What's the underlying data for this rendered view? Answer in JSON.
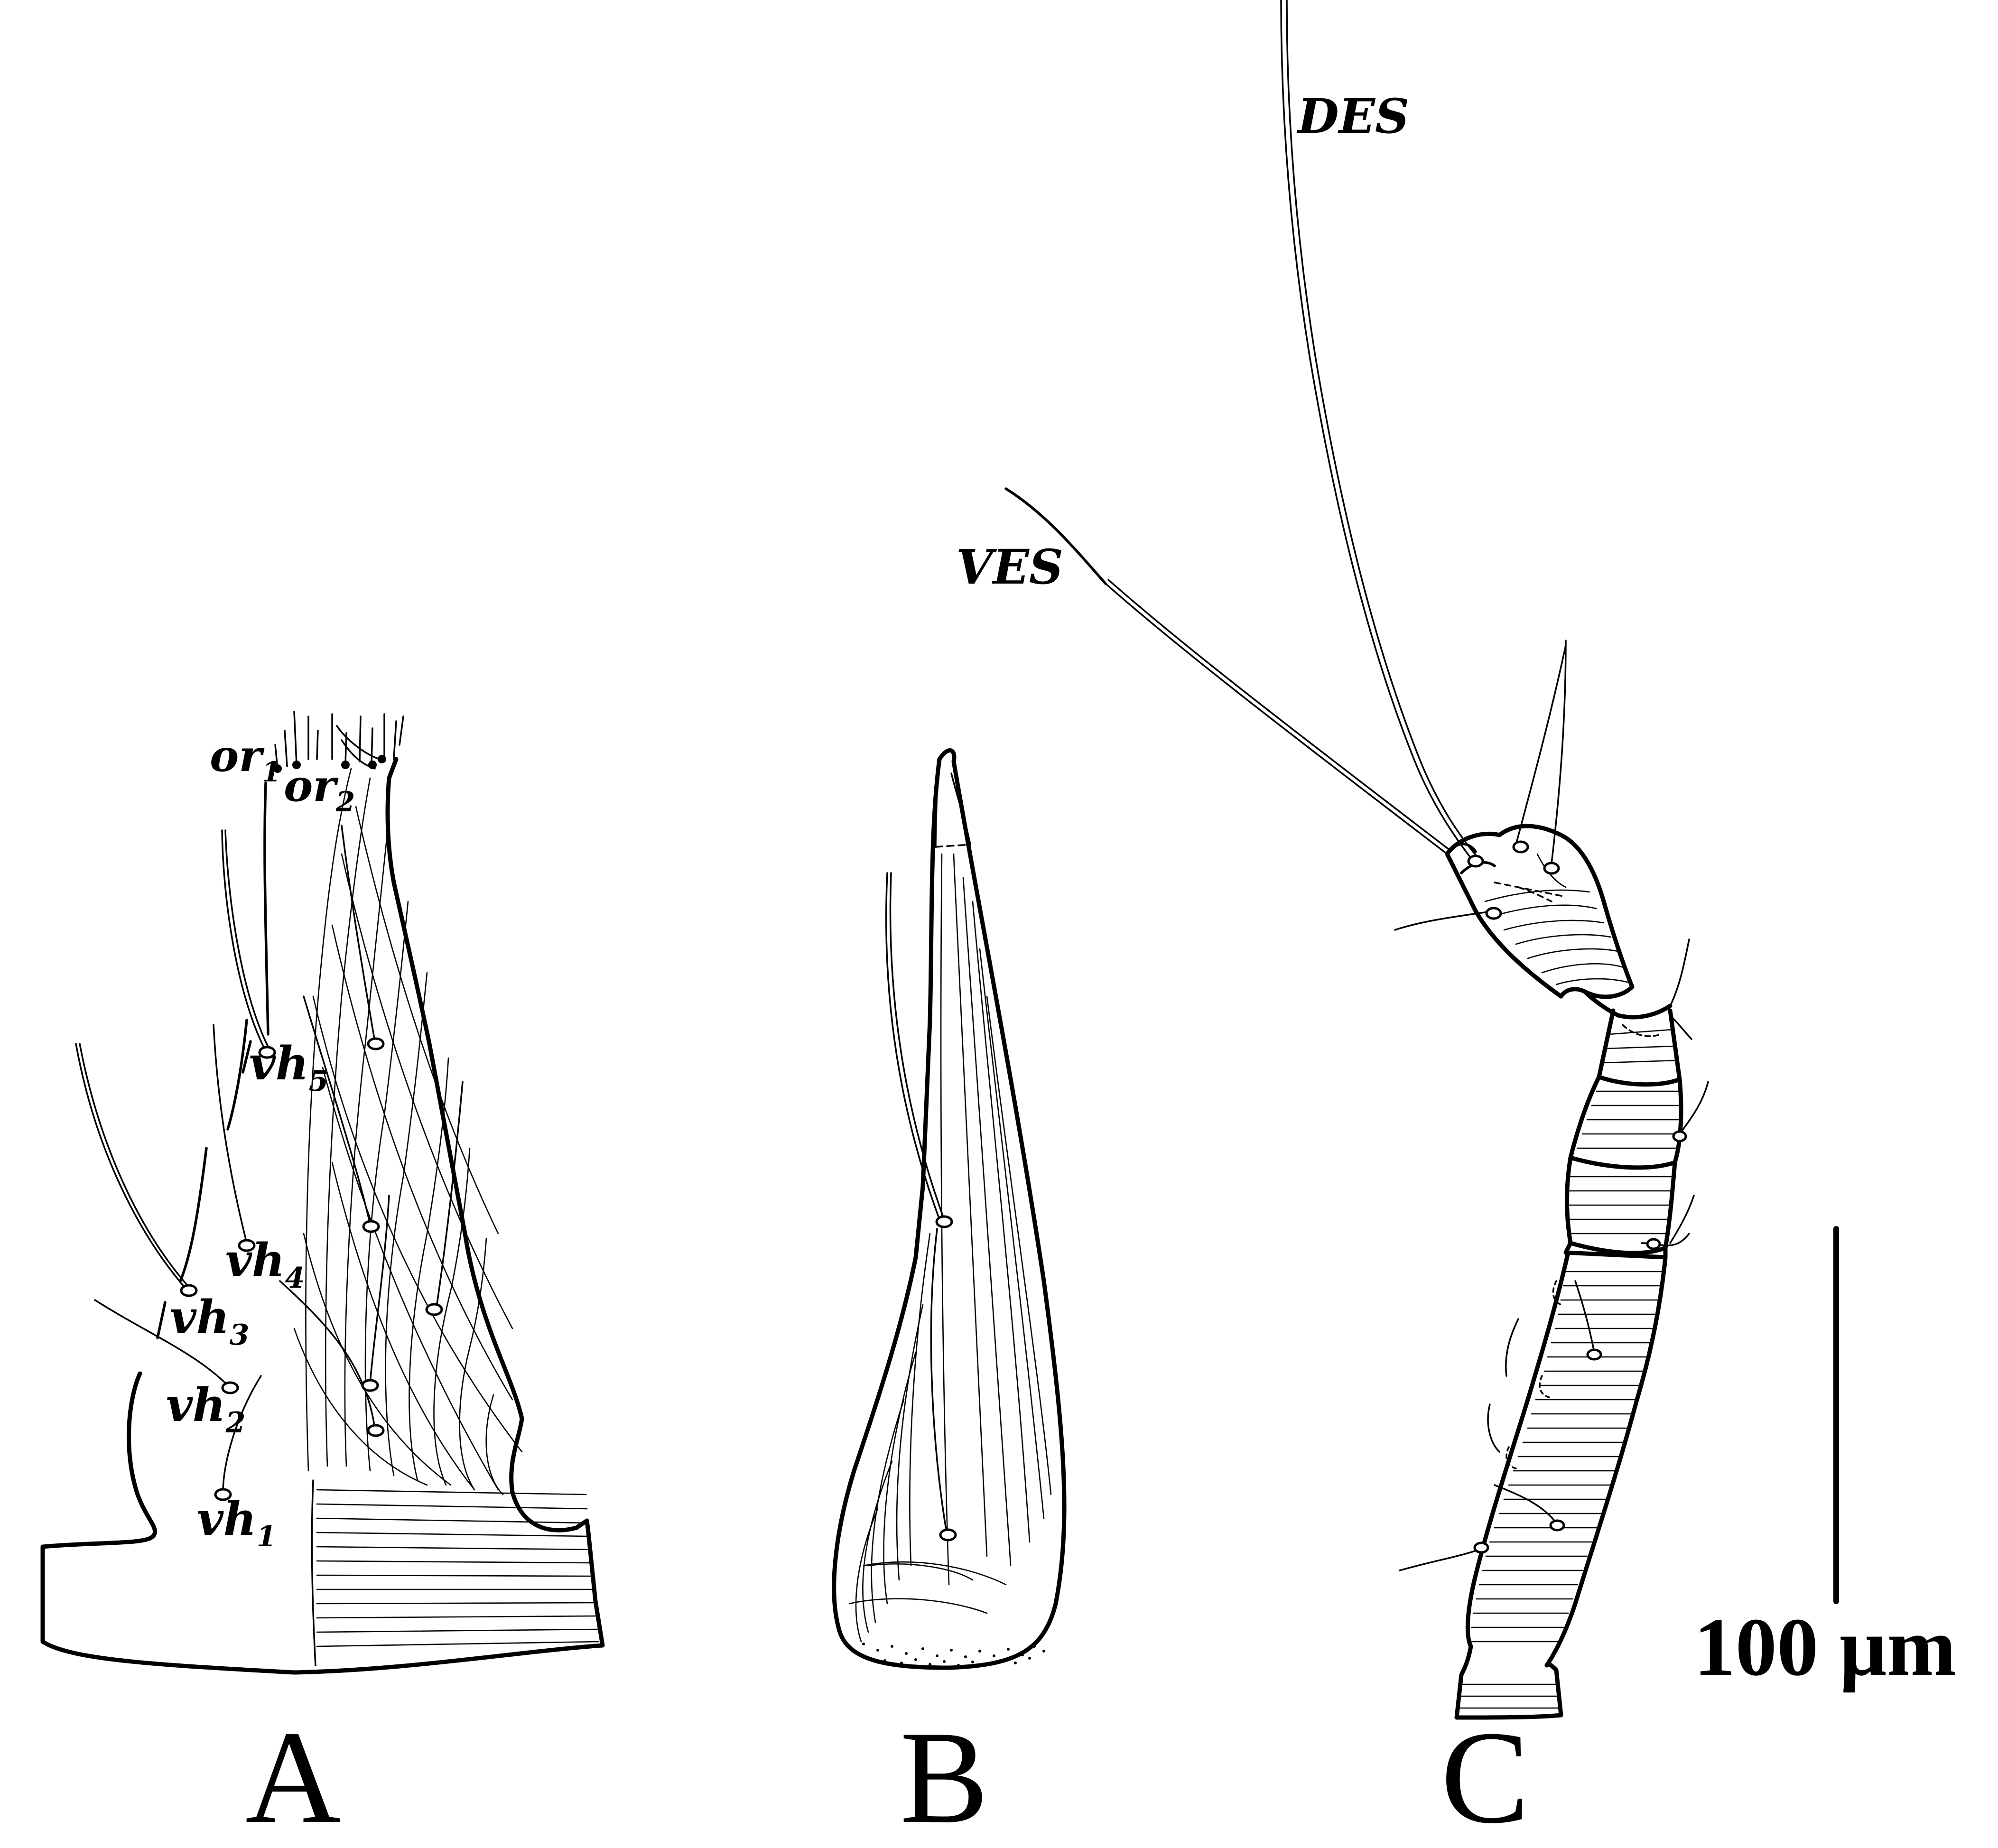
{
  "figure": {
    "panels": [
      {
        "letter": "A"
      },
      {
        "letter": "B"
      },
      {
        "letter": "C"
      }
    ],
    "setae_labels": {
      "or1": {
        "base": "or",
        "sub": "1"
      },
      "or2": {
        "base": "or",
        "sub": "2"
      },
      "vh1": {
        "base": "vh",
        "sub": "1"
      },
      "vh2": {
        "base": "vh",
        "sub": "2"
      },
      "vh3": {
        "base": "vh",
        "sub": "3"
      },
      "vh4": {
        "base": "vh",
        "sub": "4"
      },
      "vh5": {
        "base": "vh",
        "sub": "5"
      },
      "des": "DES",
      "ves": "VES"
    },
    "scale_bar": {
      "label": "100 µm"
    }
  }
}
